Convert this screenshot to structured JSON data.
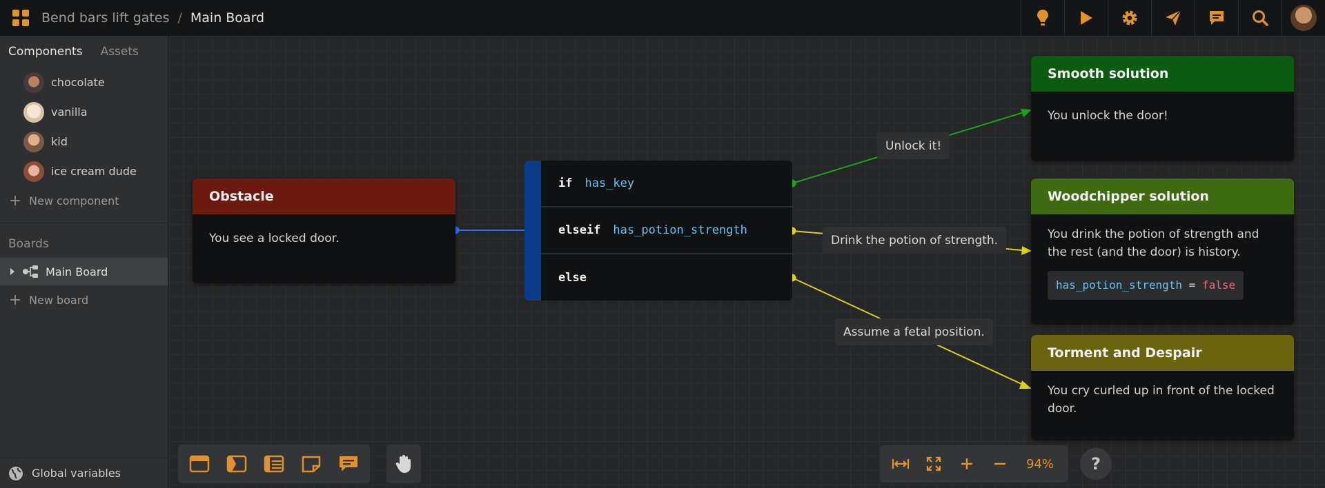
{
  "header": {
    "project": "Bend bars lift gates",
    "separator": "/",
    "board": "Main Board"
  },
  "top_actions": [
    "lightbulb-icon",
    "play-icon",
    "gear-icon",
    "send-icon",
    "comment-icon",
    "search-icon"
  ],
  "sidebar": {
    "tabs": [
      {
        "label": "Components"
      },
      {
        "label": "Assets"
      }
    ],
    "components": [
      {
        "label": "chocolate"
      },
      {
        "label": "vanilla"
      },
      {
        "label": "kid"
      },
      {
        "label": "ice cream dude"
      }
    ],
    "new_component": "New component",
    "boards_label": "Boards",
    "boards": [
      {
        "label": "Main Board"
      }
    ],
    "new_board": "New board",
    "global_variables": "Global variables"
  },
  "canvas": {
    "obstacle": {
      "title": "Obstacle",
      "text": "You see a locked door."
    },
    "condition": {
      "rows": [
        {
          "keyword": "if",
          "variable": "has_key"
        },
        {
          "keyword": "elseif",
          "variable": "has_potion_strength"
        },
        {
          "keyword": "else",
          "variable": ""
        }
      ]
    },
    "labels": {
      "unlock": "Unlock it!",
      "drink": "Drink the potion of strength.",
      "fetal": "Assume a fetal position."
    },
    "smooth": {
      "title": "Smooth solution",
      "text": "You unlock the door!"
    },
    "woodchipper": {
      "title": "Woodchipper solution",
      "text": "You drink the potion of strength and the rest (and the door) is history.",
      "code_var": "has_potion_strength",
      "code_op": "=",
      "code_val": "false"
    },
    "torment": {
      "title": "Torment and Despair",
      "text": "You cry curled up in front of the locked door."
    }
  },
  "zoom": {
    "level": "94%"
  },
  "help": "?",
  "colors": {
    "accent": "#e0922d",
    "obstacle_head": "#6a1a0e",
    "smooth_head": "#0d5a12",
    "woodchipper_head": "#3e6a12",
    "torment_head": "#6a6410",
    "wire_blue": "#2f6ee8",
    "wire_green": "#1aa51a",
    "wire_yellow": "#d8d21a"
  }
}
